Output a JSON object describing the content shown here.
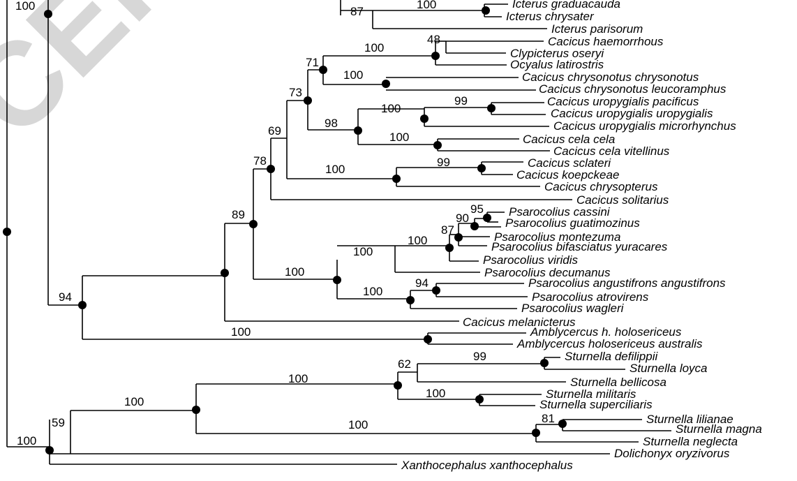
{
  "watermark": {
    "text": "CEP",
    "color": "#d3d3d3"
  },
  "tips": {
    "t1": "Icterus graduacauda",
    "t2": "Icterus chrysater",
    "t3": "Icterus parisorum",
    "t4": "Cacicus haemorrhous",
    "t5": "Clypicterus oseryi",
    "t6": "Ocyalus latirostris",
    "t7": "Cacicus chrysonotus chrysonotus",
    "t8": "Cacicus chrysonotus leucoramphus",
    "t9": "Cacicus uropygialis pacificus",
    "t10": "Cacicus uropygialis uropygialis",
    "t11": "Cacicus uropygialis microrhynchus",
    "t12": "Cacicus cela cela",
    "t13": "Cacicus cela vitellinus",
    "t14": "Cacicus sclateri",
    "t15": "Cacicus koepckeae",
    "t16": "Cacicus chrysopterus",
    "t17": "Cacicus solitarius",
    "t18": "Psarocolius cassini",
    "t19": "Psarocolius guatimozinus",
    "t20": "Psarocolius montezuma",
    "t21": "Psarocolius bifasciatus yuracares",
    "t22": "Psarocolius viridis",
    "t23": "Psarocolius decumanus",
    "t24": "Psarocolius angustifrons angustifrons",
    "t25": "Psarocolius atrovirens",
    "t26": "Psarocolius wagleri",
    "t27": "Cacicus melanicterus",
    "t28": "Amblycercus h. holosericeus",
    "t29": "Amblycercus holosericeus australis",
    "t30": "Sturnella defilippii",
    "t31": "Sturnella loyca",
    "t32": "Sturnella bellicosa",
    "t33": "Sturnella militaris",
    "t34": "Sturnella superciliaris",
    "t35": "Sturnella lilianae",
    "t36": "Sturnella magna",
    "t37": "Sturnella neglecta",
    "t38": "Dolichonyx oryzivorus",
    "t39": "Xanthocephalus xanthocephalus"
  },
  "support": {
    "s_top": "100",
    "s_ict_a": "100",
    "s_ict_b": "87",
    "s_hae": "48",
    "s_c71": "71",
    "s_c100a": "100",
    "s_c100b": "100",
    "s_c73": "73",
    "s_uro99": "99",
    "s_uro100": "100",
    "s_c98": "98",
    "s_cela100": "100",
    "s_c69": "69",
    "s_scl99": "99",
    "s_scl100": "100",
    "s_c78": "78",
    "s_c89": "89",
    "s_p95": "95",
    "s_p90": "90",
    "s_p87": "87",
    "s_p100a": "100",
    "s_p100b": "100",
    "s_p94": "94",
    "s_p100c": "100",
    "s_c100cac": "100",
    "s_c94": "94",
    "s_amb100": "100",
    "s_st99": "99",
    "s_st62": "62",
    "s_st100a": "100",
    "s_st100b": "100",
    "s_st100c": "100",
    "s_st81": "81",
    "s_st100d": "100",
    "s_s59": "59",
    "s_root100": "100"
  }
}
